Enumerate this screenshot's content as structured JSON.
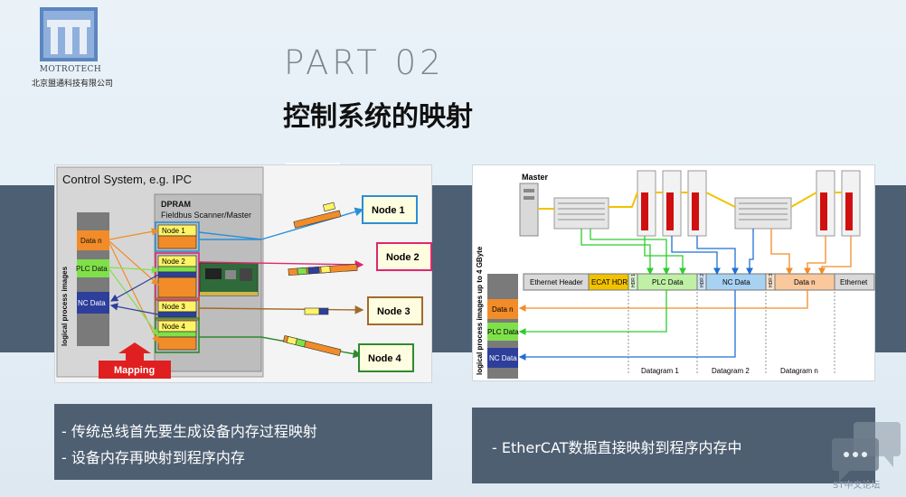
{
  "header": {
    "company_en": "MOTROTECH",
    "company_cn": "北京盟通科技有限公司",
    "part": "PART 02",
    "title": "控制系统的映射"
  },
  "left_diagram": {
    "system_title": "Control System, e.g. IPC",
    "dpram_title": "DPRAM",
    "dpram_subtitle": "Fieldbus Scanner/Master",
    "vertical_label": "logical process images",
    "process_items": [
      "Data n",
      "PLC Data",
      "NC Data"
    ],
    "dpram_nodes": [
      "Node 1",
      "Node 2",
      "Node 3",
      "Node 4"
    ],
    "mapping_label": "Mapping",
    "nodes": [
      "Node 1",
      "Node 2",
      "Node 3",
      "Node 4"
    ],
    "colors": {
      "node1": "#2a8fd6",
      "node2": "#e0266f",
      "node3": "#a26a2a",
      "node4": "#2e8a2e",
      "mapping": "#e02020"
    }
  },
  "right_diagram": {
    "master_label": "Master",
    "vertical_label": "logical process images up to 4 GByte",
    "frame": [
      "Ethernet Header",
      "ECAT HDR",
      "HDR 1",
      "PLC Data",
      "HDR 2",
      "NC Data",
      "HDR 3",
      "Data n",
      "Ethernet"
    ],
    "process_items": [
      "Data n",
      "PLC Data",
      "NC Data"
    ],
    "datagrams": [
      "Datagram 1",
      "Datagram 2",
      "Datagram n"
    ]
  },
  "bullets_left": [
    "- 传统总线首先要生成设备内存过程映射",
    "- 设备内存再映射到程序内存"
  ],
  "bullets_right": [
    "- EtherCAT数据直接映射到程序内存中"
  ],
  "watermark": "ST中文论坛"
}
